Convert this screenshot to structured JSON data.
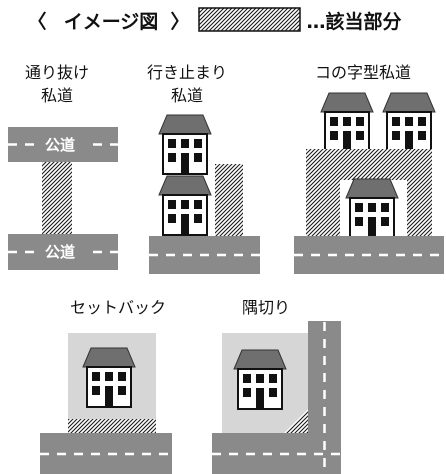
{
  "legend": {
    "open_bracket": "〈",
    "title": "イメージ図",
    "close_bracket": "〉",
    "hatch_meaning": "…該当部分"
  },
  "examples": {
    "through": {
      "caption_line1": "通り抜け",
      "caption_line2": "私道",
      "road_top": "公道",
      "road_bottom": "公道"
    },
    "dead_end": {
      "caption_line1": "行き止まり",
      "caption_line2": "私道"
    },
    "u_shape": {
      "caption": "コの字型私道"
    },
    "setback": {
      "caption": "セットバック"
    },
    "corner_cut": {
      "caption": "隅切り"
    }
  },
  "colors": {
    "road": "#8a8a8a",
    "lot": "#d6d6d6",
    "roof": "#6f6f6f",
    "house_wall": "#ffffff",
    "outline": "#111111"
  },
  "icons": [
    "house-icon",
    "hatch-swatch"
  ]
}
